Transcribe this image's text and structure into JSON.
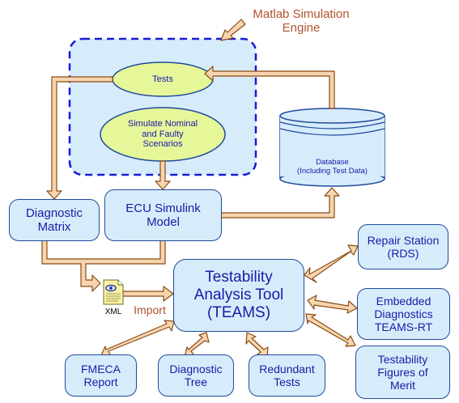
{
  "engine_label": "Matlab Simulation\nEngine",
  "tests": "Tests",
  "simulate": "Simulate Nominal\nand Faulty\nScenarios",
  "database": "Database\n(Including Test Data)",
  "diagnostic_matrix": "Diagnostic\nMatrix",
  "ecu_model": "ECU Simulink\nModel",
  "teams": "Testability\nAnalysis Tool\n(TEAMS)",
  "repair_station": "Repair Station\n(RDS)",
  "embedded": "Embedded\nDiagnostics\nTEAMS-RT",
  "figures_of_merit": "Testability\nFigures of\nMerit",
  "fmeca": "FMECA\nReport",
  "diagnostic_tree": "Diagnostic\nTree",
  "redundant_tests": "Redundant\nTests",
  "xml": "XML",
  "import": "Import",
  "colors": {
    "box_fill": "#d7ecfb",
    "box_stroke": "#1f4a9a",
    "ellipse_fill": "#e6f79a",
    "arrow_fill": "#f6d5b0",
    "arrow_stroke": "#8a4b12",
    "label_blue": "#1a1aa6",
    "label_brown": "#b0532d",
    "dashed_border": "#1a1ad6"
  }
}
